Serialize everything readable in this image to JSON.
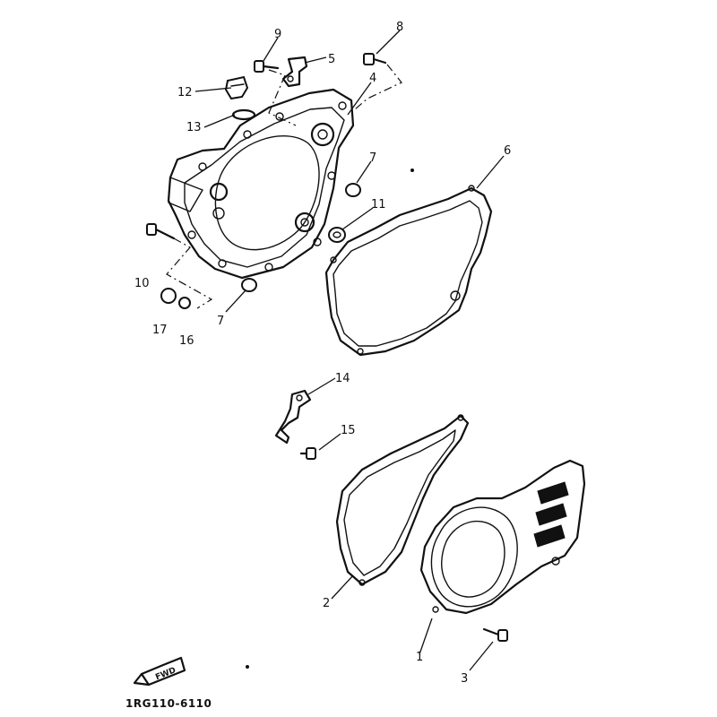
{
  "diagram": {
    "drawing_code": "1RG110-6110",
    "fwd_label": "FWD",
    "callouts": [
      {
        "key": "1",
        "label": "1"
      },
      {
        "key": "2",
        "label": "2"
      },
      {
        "key": "3",
        "label": "3"
      },
      {
        "key": "4",
        "label": "4"
      },
      {
        "key": "5",
        "label": "5"
      },
      {
        "key": "6",
        "label": "6"
      },
      {
        "key": "7a",
        "label": "7"
      },
      {
        "key": "7b",
        "label": "7"
      },
      {
        "key": "8",
        "label": "8"
      },
      {
        "key": "9",
        "label": "9"
      },
      {
        "key": "10",
        "label": "10"
      },
      {
        "key": "11",
        "label": "11"
      },
      {
        "key": "12",
        "label": "12"
      },
      {
        "key": "13",
        "label": "13"
      },
      {
        "key": "14",
        "label": "14"
      },
      {
        "key": "15",
        "label": "15"
      },
      {
        "key": "16",
        "label": "16"
      },
      {
        "key": "17",
        "label": "17"
      }
    ]
  }
}
